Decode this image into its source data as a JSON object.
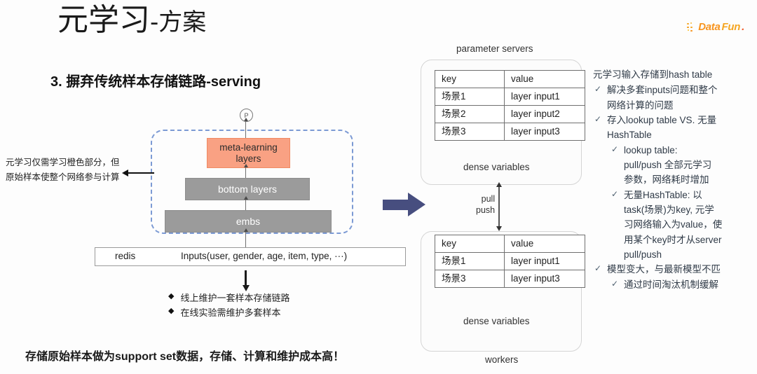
{
  "header": {
    "title_main": "元学习",
    "title_sub": "-方案",
    "logo_text_a": "Data",
    "logo_text_b": "Fun",
    "logo_dot": "."
  },
  "section": {
    "number": "3.",
    "heading": "摒弃传统样本存储链路-serving"
  },
  "diagram": {
    "p_node": "P",
    "meta_layers_line1": "meta-learning",
    "meta_layers_line2": "layers",
    "bottom_layers": "bottom layers",
    "embs": "embs",
    "redis_label": "redis",
    "redis_inputs": "Inputs(user, gender, age, item, type, ···)",
    "annotation_line1": "元学习仅需学习橙色部分，但",
    "annotation_line2": "原始样本使整个网络参与计算",
    "bullets": [
      "线上维护一套样本存储链路",
      "在线实验需维护多套样本"
    ],
    "bullet_marker": "◆"
  },
  "caption": "存储原始样本做为support set数据，存储、计算和维护成本高！",
  "middle": {
    "parameter_servers_label": "parameter servers",
    "workers_label": "workers",
    "dense_variables_label": "dense variables",
    "pull_label": "pull",
    "push_label": "push",
    "ps_table": {
      "headers": [
        "key",
        "value"
      ],
      "rows": [
        [
          "场景1",
          "layer input1"
        ],
        [
          "场景2",
          "layer input2"
        ],
        [
          "场景3",
          "layer input3"
        ]
      ]
    },
    "worker_table": {
      "headers": [
        "key",
        "value"
      ],
      "rows": [
        [
          "场景1",
          "layer input1"
        ],
        [
          "场景3",
          "layer input3"
        ]
      ]
    }
  },
  "right_panel": {
    "check_mark": "✓",
    "lead": "元学习输入存储到hash table",
    "items": [
      {
        "level": 1,
        "lines": [
          "解决多套inputs问题和整个",
          "网络计算的问题"
        ]
      },
      {
        "level": 1,
        "lines": [
          "存入lookup table VS. 无量",
          "HashTable"
        ]
      },
      {
        "level": 2,
        "lines": [
          "lookup table:",
          "pull/push 全部元学习",
          "参数，网络耗时增加"
        ]
      },
      {
        "level": 2,
        "lines": [
          "无量HashTable: 以",
          "task(场景)为key, 元学",
          "习网络输入为value，使",
          "用某个key时才从server",
          "pull/push"
        ]
      },
      {
        "level": 1,
        "lines": [
          "模型变大，与最新模型不匹"
        ]
      },
      {
        "level": 2,
        "lines": [
          "通过时间淘汰机制缓解"
        ]
      }
    ]
  },
  "colors": {
    "accent_orange": "#f9a183",
    "gray_box": "#9b9b9b",
    "dash_blue": "#7c9ad4",
    "arrow_navy": "#474e7f",
    "logo_orange": "#f7941e"
  }
}
